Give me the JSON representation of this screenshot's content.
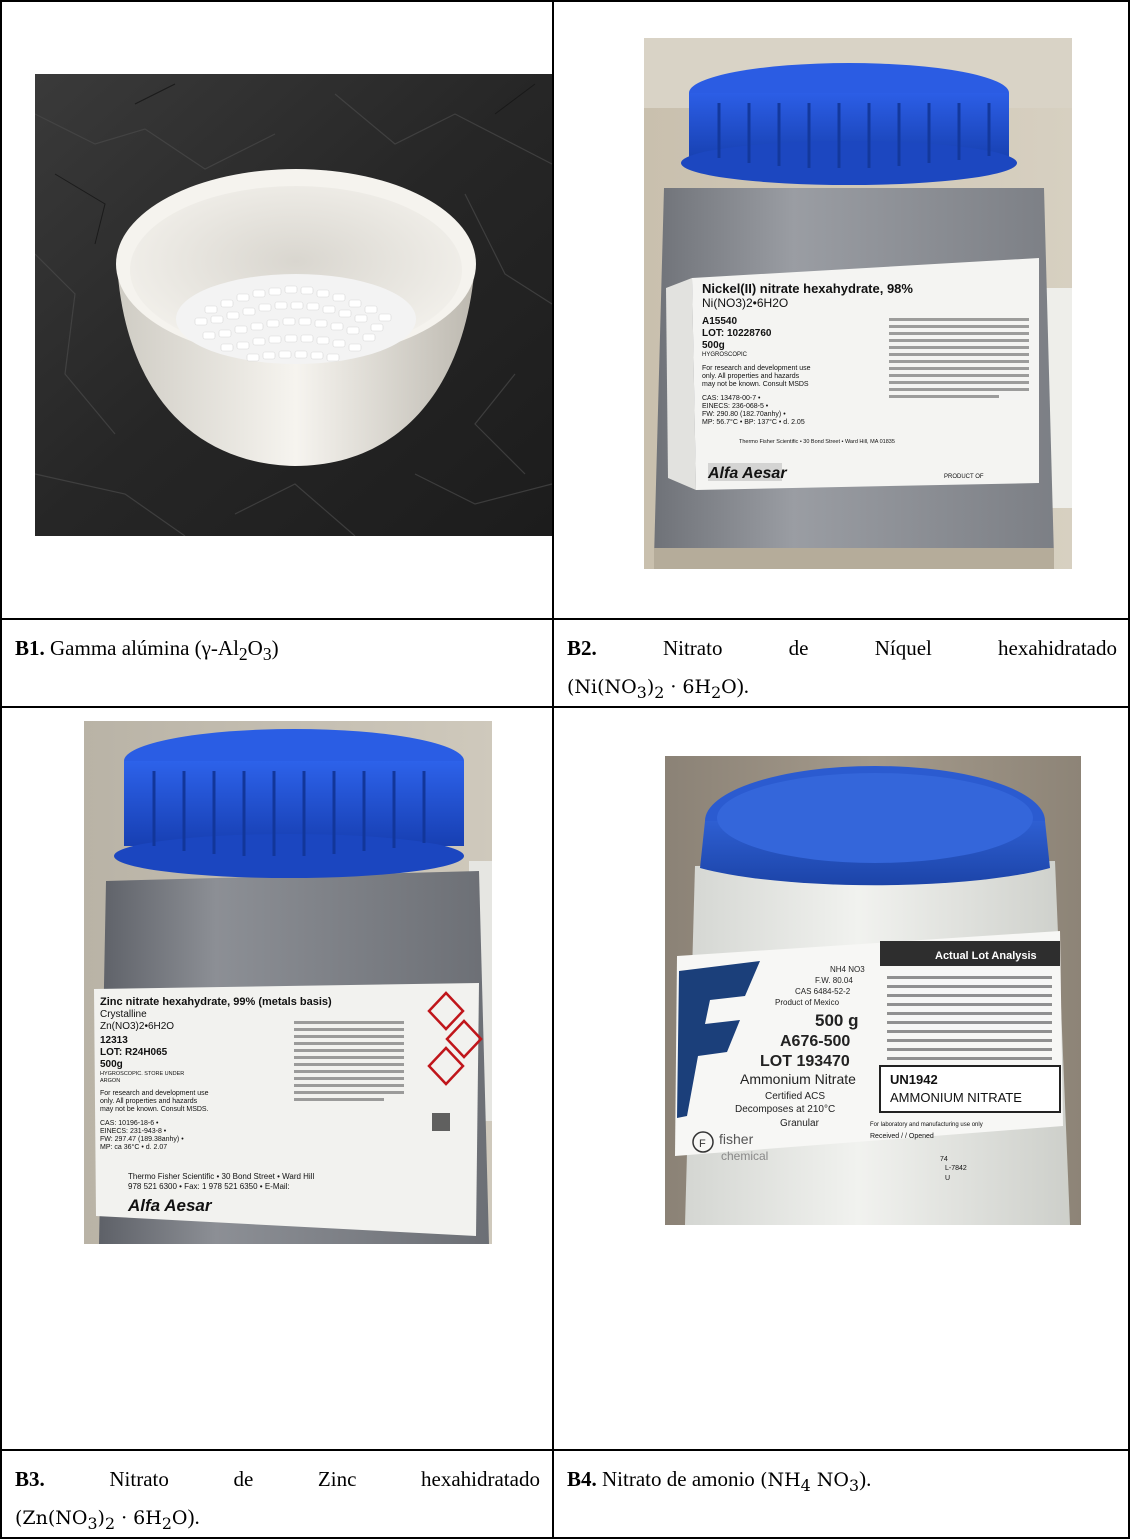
{
  "cells": [
    {
      "id": "B1",
      "label": "B1.",
      "text": "Gamma alúmina (γ-Al",
      "sub1": "2",
      "text2": "O",
      "sub2": "3",
      "text3": ")",
      "photo": {
        "subject": "white ceramic bowl with white gamma alumina pellets on dark cracked surface",
        "colors": {
          "bowl": "#f3f1ec",
          "surface": "#2b2b2b",
          "pellets": "#ffffff"
        }
      }
    },
    {
      "id": "B2",
      "label": "B2.",
      "line1_words": [
        "Nitrato",
        "de",
        "Níquel",
        "hexahidratado"
      ],
      "formula": "(Ni(NO",
      "photo": {
        "subject": "Alfa Aesar reagent bottle with blue cap",
        "colors": {
          "cap": "#1f4fd1",
          "bottle": "#8b8e94",
          "label": "#f4f4f2"
        },
        "label_lines": [
          "Nickel(II) nitrate hexahydrate, 98%",
          "Ni(NO3)2•6H2O",
          "A15540",
          "LOT: 10228760",
          "500g",
          "HYGROSCOPIC",
          "For research and development use",
          "only. All properties and hazards",
          "may not be known. Consult MSDS",
          "CAS: 13478-00-7 •",
          "EINECS: 236-068-5 •",
          "FW: 290.80 (182.70anhy) •",
          "MP: 56.7°C • BP: 137°C • d. 2.05",
          "Thermo Fisher Scientific • 30 Bond Street • Ward Hill, MA 01835",
          "Alfa Aesar",
          "PRODUCT OF"
        ]
      }
    },
    {
      "id": "B3",
      "label": "B3.",
      "line1_words": [
        "Nitrato",
        "de",
        "Zinc",
        "hexahidratado"
      ],
      "photo": {
        "subject": "Alfa Aesar reagent bottle with blue cap",
        "colors": {
          "cap": "#1e4fd6",
          "bottle": "#7d8088",
          "label": "#f2f2ef"
        },
        "label_lines": [
          "Zinc nitrate hexahydrate, 99% (metals basis)",
          "Crystalline",
          "Zn(NO3)2•6H2O",
          "12313",
          "LOT: R24H065",
          "500g",
          "HYGROSCOPIC. STORE UNDER",
          "ARGON",
          "For research and development use",
          "only. All properties and hazards",
          "may not be known. Consult MSDS.",
          "CAS: 10196-18-6 •",
          "EINECS: 231-943-8 •",
          "FW: 297.47 (189.38anhy) •",
          "MP: ca 36°C • d. 2.07",
          "Thermo Fisher Scientific • 30 Bond Street • Ward Hill",
          "978 521 6300 • Fax: 1 978 521 6350 • E-Mail:",
          "Alfa Aesar"
        ]
      }
    },
    {
      "id": "B4",
      "label": "B4.",
      "text": "Nitrato de amonio",
      "photo": {
        "subject": "Fisher Chemical white reagent bottle with blue cap",
        "colors": {
          "cap": "#2353c4",
          "bottle": "#e9ebe7",
          "label": "#f7f7f5",
          "brand": "#1b3f7a"
        },
        "label_lines": [
          "NH4 NO3",
          "F.W. 80.04",
          "CAS 6484-52-2",
          "Product of Mexico",
          "500 g",
          "A676-500",
          "LOT 193470",
          "Ammonium Nitrate",
          "Certified ACS",
          "Decomposes at 210°C",
          "Granular",
          "Actual Lot Analysis",
          "UN1942",
          "AMMONIUM NITRATE",
          "For laboratory and manufacturing use only",
          "Received / / Opened",
          "fisher",
          "chemical",
          "74",
          "L-7842",
          "U"
        ]
      }
    }
  ]
}
